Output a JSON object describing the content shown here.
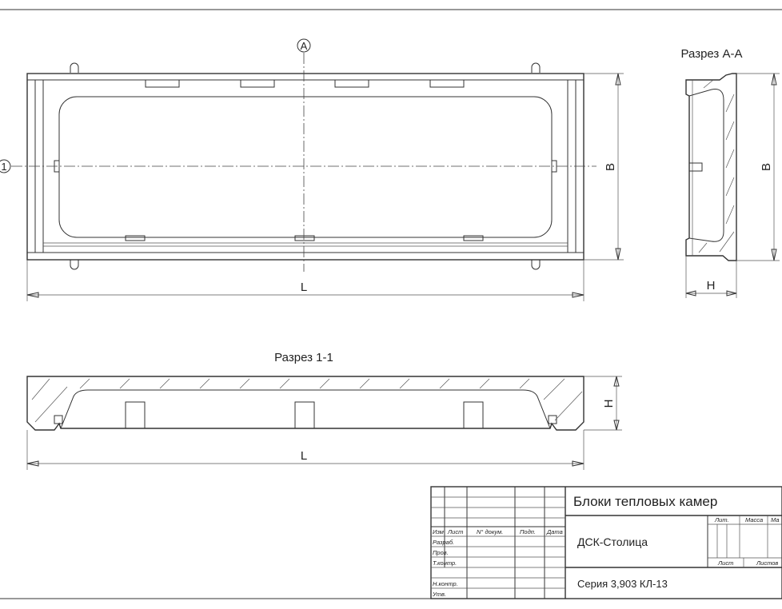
{
  "plan": {
    "axis_a_mark": "A",
    "axis_1_mark": "1",
    "dim_length": "L",
    "dim_width": "B"
  },
  "section_aa": {
    "title": "Разрез А-А",
    "dim_width": "B",
    "dim_height": "H"
  },
  "section_11": {
    "title": "Разрез 1-1",
    "dim_height": "H",
    "dim_length": "L"
  },
  "title_block": {
    "title": "Блоки тепловых камер",
    "organization": "ДСК-Столица",
    "series": "Серия 3,903 КЛ-13",
    "col_headers": [
      "Изм",
      "Лист",
      "N° докум.",
      "Подп.",
      "Дата"
    ],
    "rows": [
      "Разраб.",
      "Пров.",
      "Т.контр.",
      "Н.контр.",
      "Утв."
    ],
    "lit_label": "Лит.",
    "mass_label": "Масса",
    "scale_label": "Ма",
    "sheet_label": "Лист",
    "sheets_label": "Листов"
  }
}
